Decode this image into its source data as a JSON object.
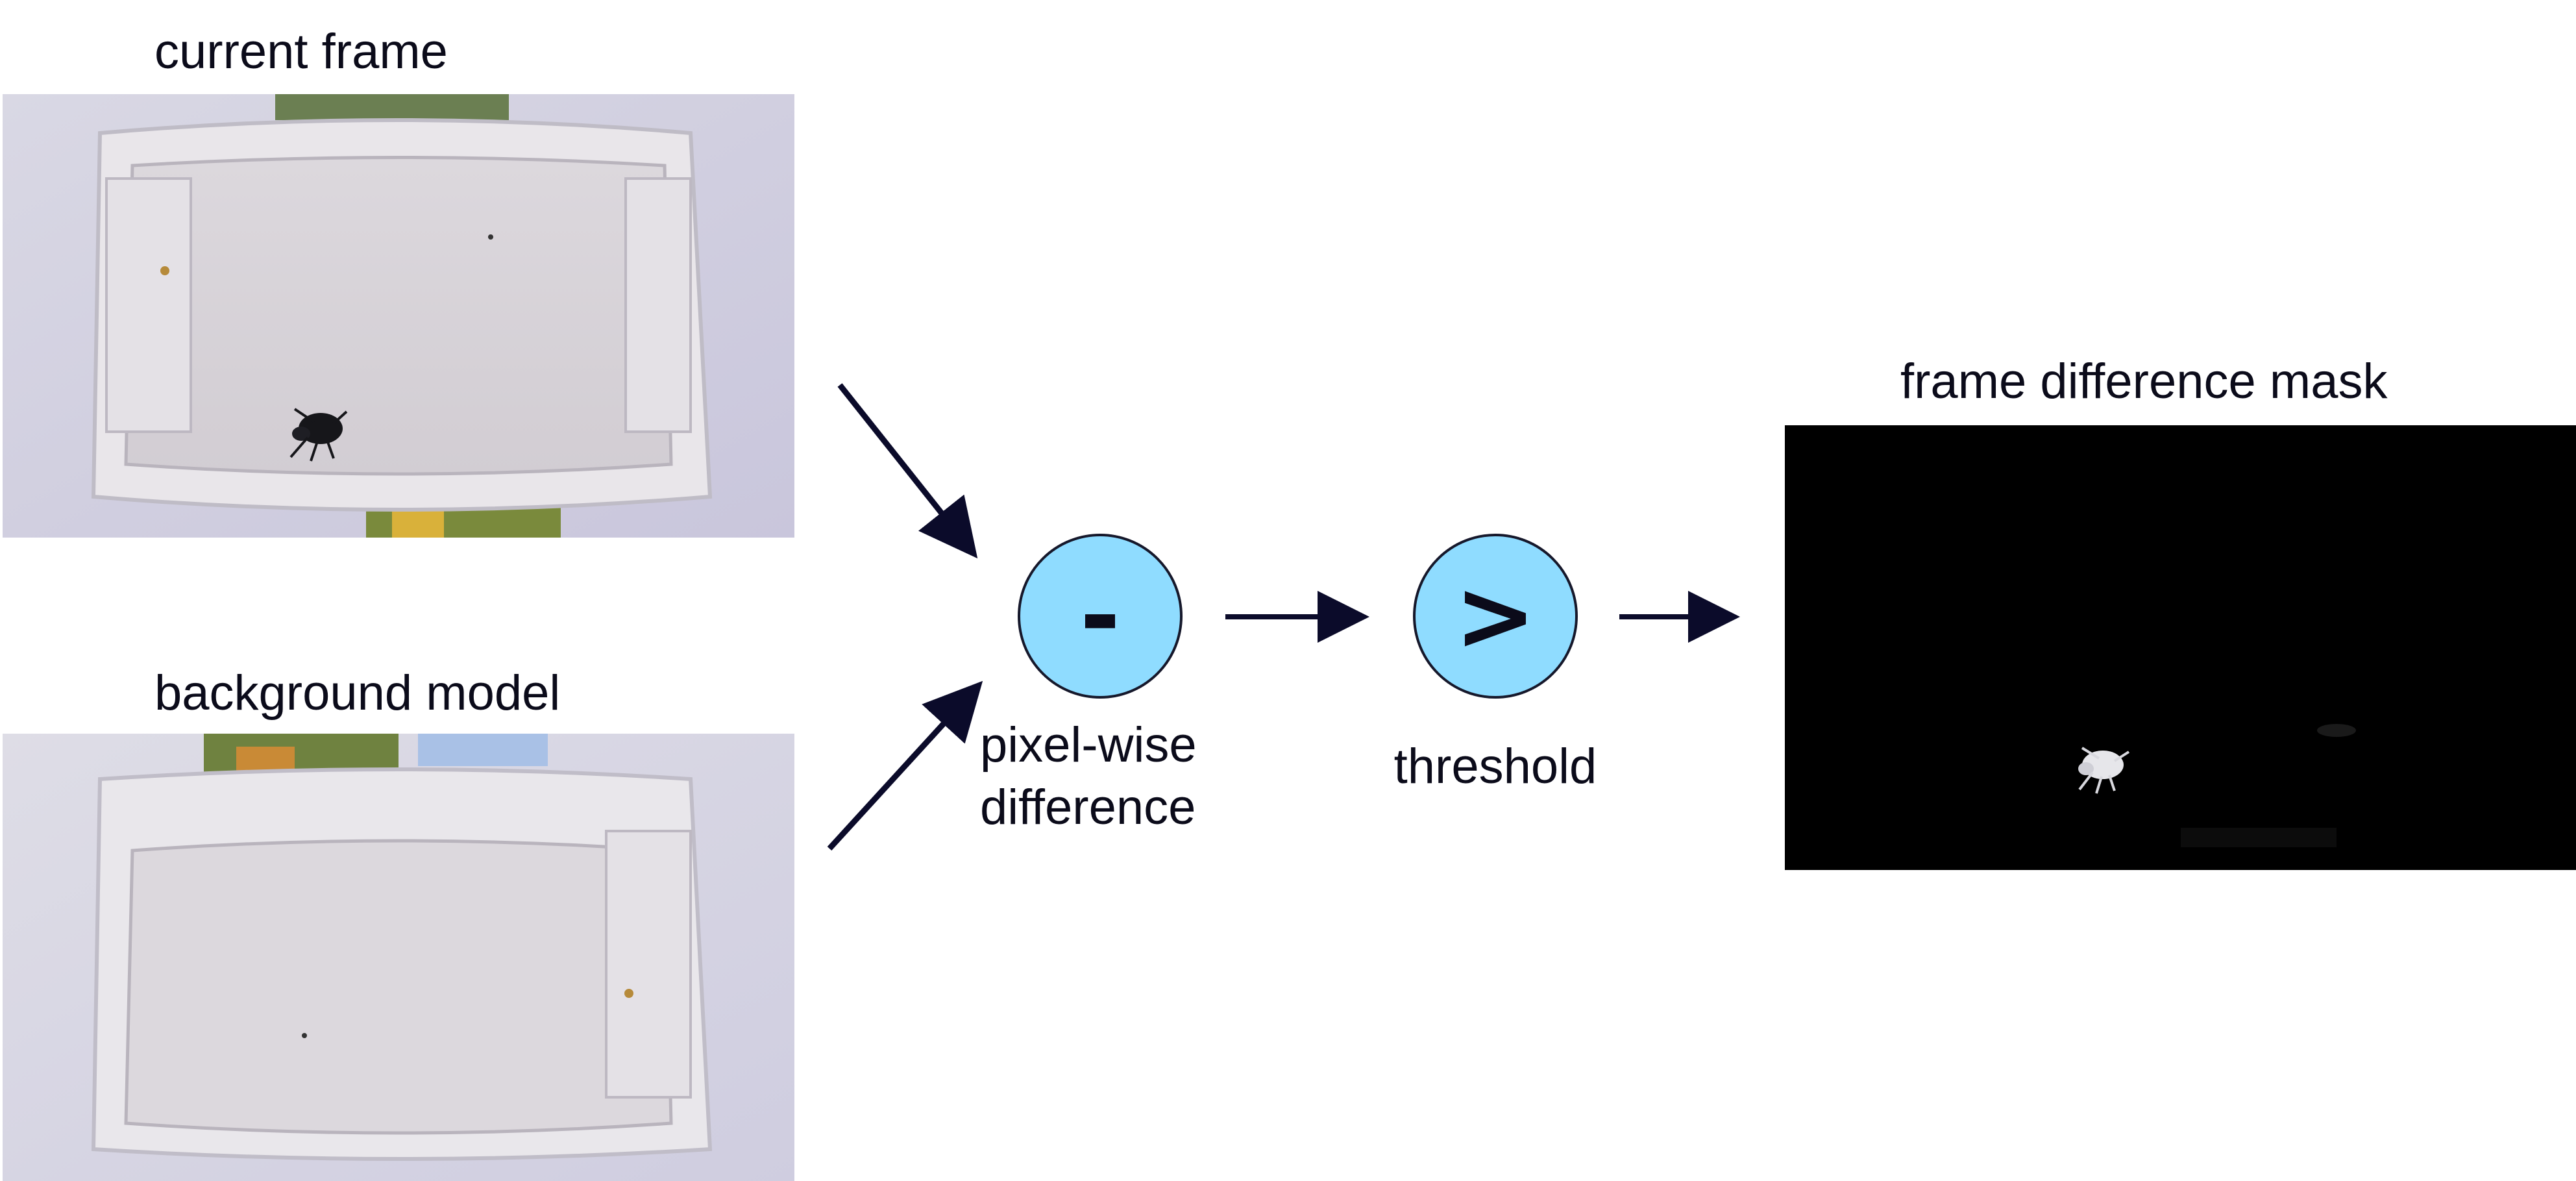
{
  "inputs": {
    "current_frame": {
      "label": "current frame"
    },
    "background_model": {
      "label": "background model"
    }
  },
  "operations": {
    "difference": {
      "symbol": "-",
      "caption_line1": "pixel-wise",
      "caption_line2": "difference"
    },
    "threshold": {
      "symbol": ">",
      "caption": "threshold"
    }
  },
  "output": {
    "label": "frame difference mask"
  },
  "colors": {
    "node_fill": "#8fdcff",
    "arrow": "#0b0b2a",
    "mask_background": "#000000"
  }
}
